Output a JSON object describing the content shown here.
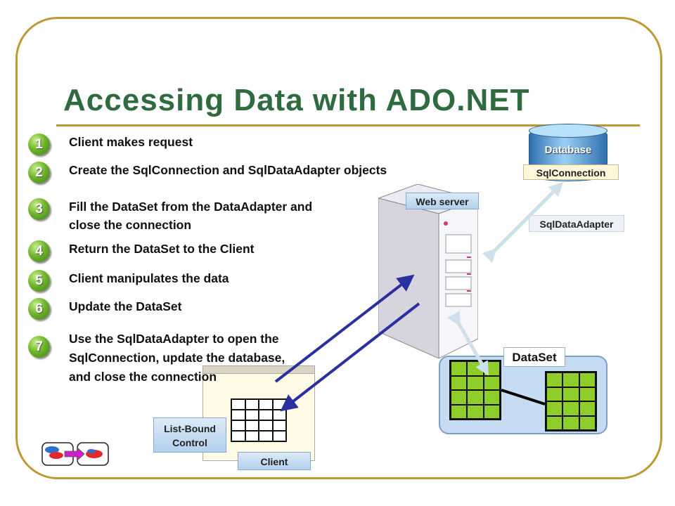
{
  "title": "Accessing Data with ADO.NET",
  "steps": [
    {
      "num": "1",
      "text": "Client makes request"
    },
    {
      "num": "2",
      "text": "Create the SqlConnection and SqlDataAdapter objects"
    },
    {
      "num": "3",
      "text": "Fill the DataSet from the DataAdapter and close the connection"
    },
    {
      "num": "4",
      "text": "Return the DataSet to the Client"
    },
    {
      "num": "5",
      "text": "Client manipulates the data"
    },
    {
      "num": "6",
      "text": "Update the DataSet"
    },
    {
      "num": "7",
      "text": "Use the SqlDataAdapter to open the SqlConnection, update the database, and close the connection"
    }
  ],
  "labels": {
    "database": "Database",
    "sqlconnection": "SqlConnection",
    "web_server": "Web server",
    "sqldataadapter": "SqlDataAdapter",
    "dataset": "DataSet",
    "list_bound": "List-Bound Control",
    "client": "Client"
  },
  "colors": {
    "frame": "#bf9a33",
    "title": "#2f6b3f",
    "badge": "#6fb52b",
    "arrow_dark": "#2b2fa0",
    "arrow_light": "#cfe0ea",
    "grid": "#8fce2a",
    "dataset_panel": "#c6dcf3"
  }
}
